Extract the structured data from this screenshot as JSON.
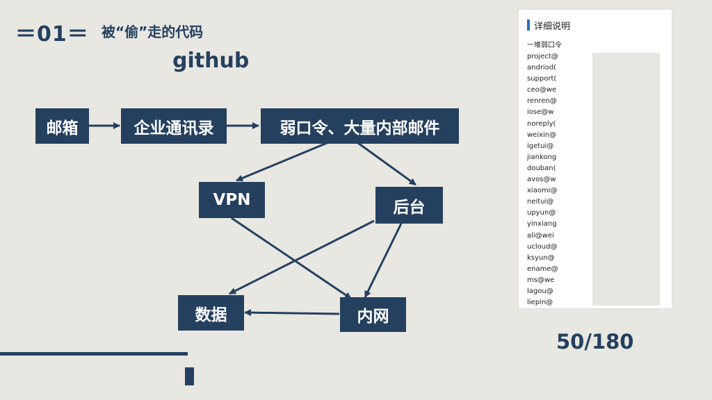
{
  "header": {
    "section_number": "＝01＝",
    "title": "被“偷”走的代码",
    "subtitle": "github"
  },
  "diagram": {
    "nodes": {
      "mailbox": "邮箱",
      "directory": "企业通讯录",
      "passwords": "弱口令、大量内部邮件",
      "vpn": "VPN",
      "backend": "后台",
      "data": "数据",
      "intranet": "内网"
    }
  },
  "panel": {
    "title": "详细说明",
    "caption": "一堆弱口令",
    "accounts": [
      "project@",
      "andriod(",
      "support(",
      "ceo@we",
      "renren@",
      "iose@w",
      "noreply(",
      "weixin@",
      "igetui@",
      "jiankong",
      "douban(",
      "avos@w",
      "xiaomi@",
      "neitui@",
      "upyun@",
      "yinxiang",
      "ali@wei",
      "ucloud@",
      "ksyun@",
      "ename@",
      "ms@we",
      "lagou@",
      "liepin@"
    ]
  },
  "footer": {
    "page_indicator": "50/180"
  },
  "colors": {
    "primary": "#25405f",
    "background": "#e8e7e2",
    "panel_accent": "#2a6fb7"
  }
}
